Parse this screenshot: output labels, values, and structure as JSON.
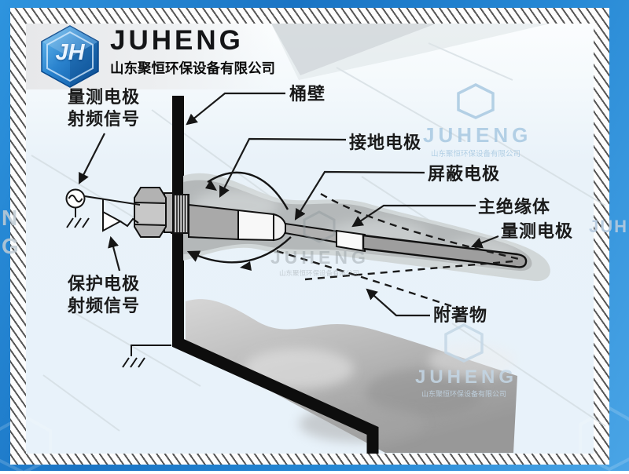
{
  "brand": {
    "monogram": "JH",
    "name": "JUHENG",
    "company": "山东聚恒环保设备有限公司"
  },
  "watermark": {
    "name": "JUHENG",
    "company": "山东聚恒环保设备有限公司",
    "partial_right": "JUH",
    "partial_left_1": "N",
    "partial_left_2": "G"
  },
  "labels": {
    "measure_rf_line1": "量测电极",
    "measure_rf_line2": "射频信号",
    "wall": "桶壁",
    "ground_electrode": "接地电极",
    "shield_electrode": "屏蔽电极",
    "main_insulator": "主绝缘体",
    "measure_electrode": "量测电极",
    "guard_rf_line1": "保护电极",
    "guard_rf_line2": "射频信号",
    "buildup": "附著物"
  },
  "colors": {
    "frame_blue": "#1f7fd0",
    "logo_blue_dark": "#0c55a0",
    "logo_blue_light": "#6cc0f2",
    "wall_black": "#0d0d0d",
    "probe_gray": "#b2b2b2",
    "material_gray": "#b4b8b9",
    "background_tint": "#e8f2fa",
    "label_text": "#1a1a1a"
  }
}
